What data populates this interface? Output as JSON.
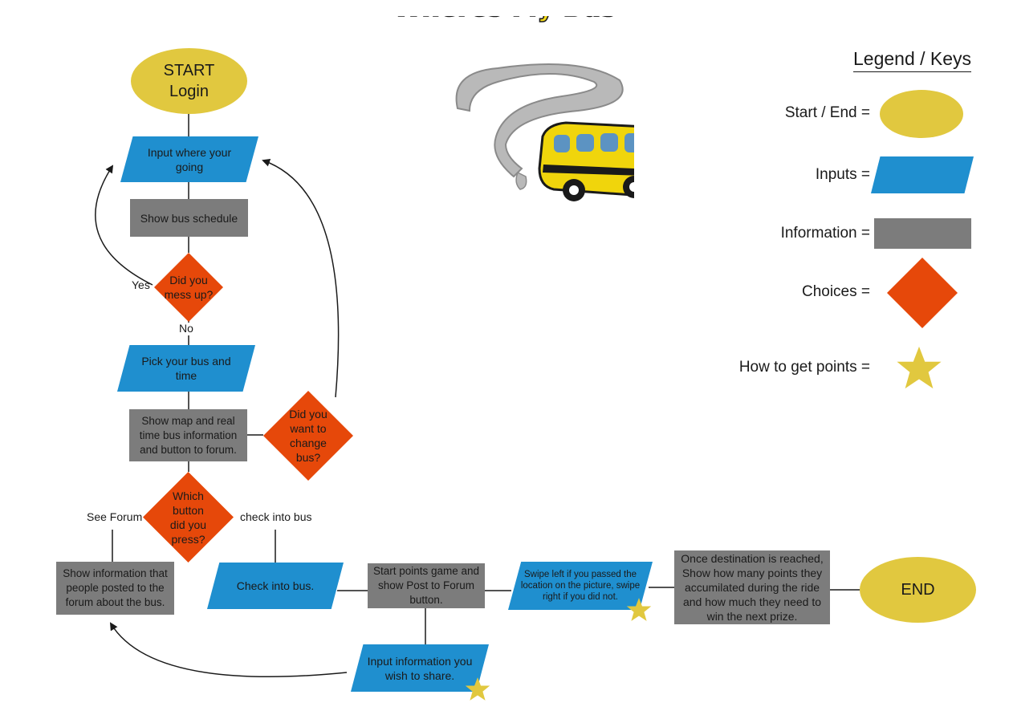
{
  "logo": {
    "title": "Wheres My Bus",
    "illustration": "bus-with-question-mark-smoke"
  },
  "colors": {
    "start_end": "#e1c83f",
    "input": "#1f8fcf",
    "information": "#7c7c7c",
    "choice": "#e6480a",
    "star": "#e1c83f"
  },
  "flow": {
    "start": {
      "line1": "START",
      "line2": "Login"
    },
    "input_destination": "Input where your going",
    "show_schedule": "Show bus schedule",
    "choice_mess_up": "Did you mess up?",
    "yes_label": "Yes",
    "no_label": "No",
    "pick_bus": "Pick your bus and time",
    "show_map": "Show map and real time bus information and button to forum.",
    "choice_change_bus": "Did you want to change bus?",
    "choice_button": "Which button did you press?",
    "see_forum_label": "See Forum",
    "check_into_bus_label": "check into bus",
    "forum_info": "Show information that people posted to the forum about the bus.",
    "check_into_bus": "Check into bus.",
    "start_points": "Start points game and show Post to Forum button.",
    "swipe": "Swipe left if you passed the location on the picture, swipe right if you did not.",
    "destination_reached": "Once destination is reached, Show how many points they accumilated during the ride and how much they need to win the next prize.",
    "end": "END",
    "input_share": "Input information you wish to share."
  },
  "legend": {
    "title": "Legend / Keys",
    "start_end": "Start / End =",
    "inputs": "Inputs =",
    "information": "Information =",
    "choices": "Choices =",
    "points": "How to get points ="
  }
}
